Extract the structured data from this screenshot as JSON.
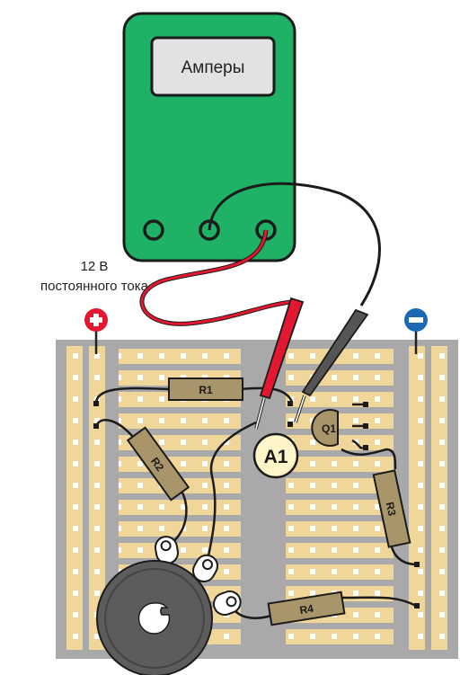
{
  "meter": {
    "display": "Амперы"
  },
  "supply": {
    "voltage": "12 В",
    "type": "постоянного тока"
  },
  "components": {
    "r1": "R1",
    "r2": "R2",
    "r3": "R3",
    "r4": "R4",
    "q1": "Q1",
    "a1": "A1"
  },
  "colors": {
    "meter_body": "#1fb166",
    "breadboard": "#a9a9a9",
    "strip": "#f1d69a",
    "resistor": "#a89569",
    "probe_red": "#e3172f",
    "probe_black": "#555555",
    "positive_terminal": "#e3172f",
    "negative_terminal": "#1b68b3"
  }
}
